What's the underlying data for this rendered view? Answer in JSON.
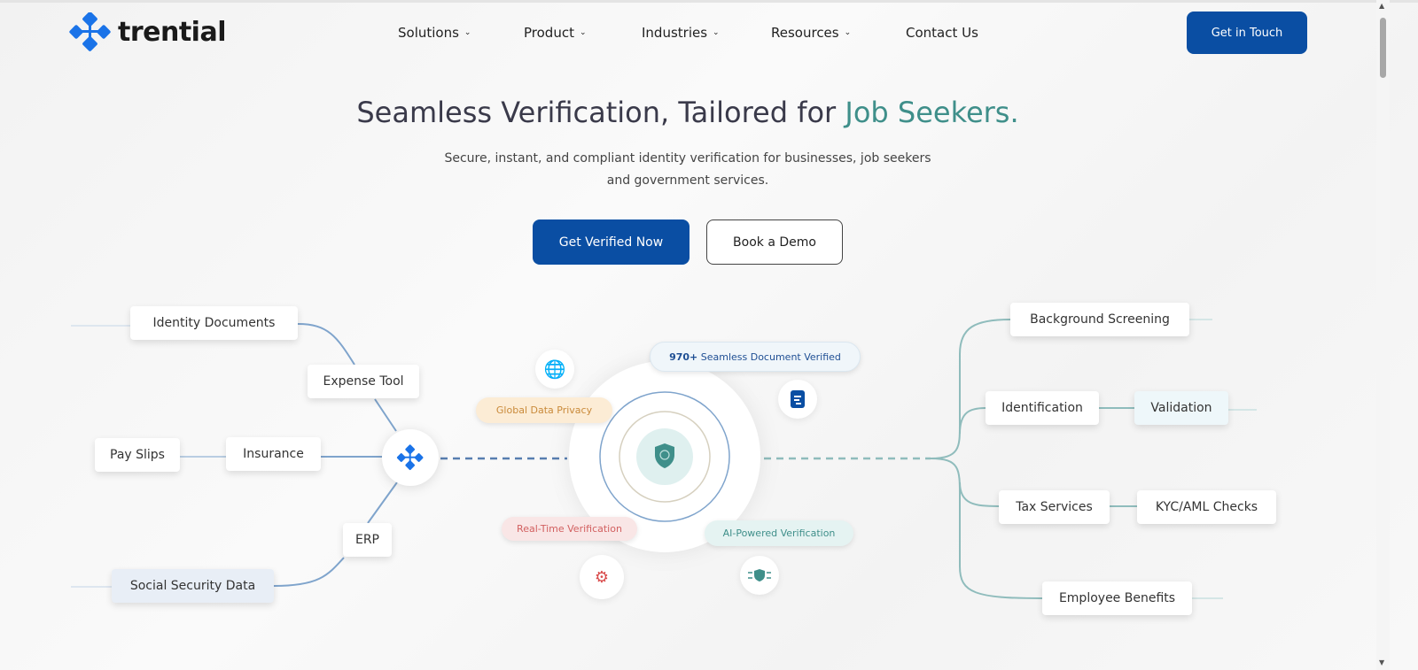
{
  "brand": {
    "name": "trential",
    "color": "#1a73e8"
  },
  "nav": {
    "items": [
      {
        "label": "Solutions",
        "dropdown": true
      },
      {
        "label": "Product",
        "dropdown": true
      },
      {
        "label": "Industries",
        "dropdown": true
      },
      {
        "label": "Resources",
        "dropdown": true
      },
      {
        "label": "Contact Us",
        "dropdown": false
      }
    ],
    "cta": "Get in Touch"
  },
  "hero": {
    "title_prefix": "Seamless Verification, Tailored for ",
    "title_accent": "Job Seekers.",
    "subtitle_line1": "Secure, instant, and compliant identity verification for businesses, job seekers",
    "subtitle_line2": "and government services.",
    "primary_button": "Get Verified Now",
    "secondary_button": "Book a Demo"
  },
  "diagram": {
    "left_nodes": [
      "Identity Documents",
      "Expense Tool",
      "Pay Slips",
      "Insurance",
      "ERP",
      "Social Security Data"
    ],
    "center_pills": [
      "970+ Seamless Document Verified",
      "Global Data Privacy",
      "Real-Time Verification",
      "AI-Powered Verification"
    ],
    "center_pill_bold": "970+",
    "right_nodes": [
      "Background Screening",
      "Identification",
      "Validation",
      "Tax Services",
      "KYC/AML Checks",
      "Employee Benefits"
    ]
  },
  "colors": {
    "primary": "#0a4ea3",
    "accent": "#3f8f8a"
  }
}
